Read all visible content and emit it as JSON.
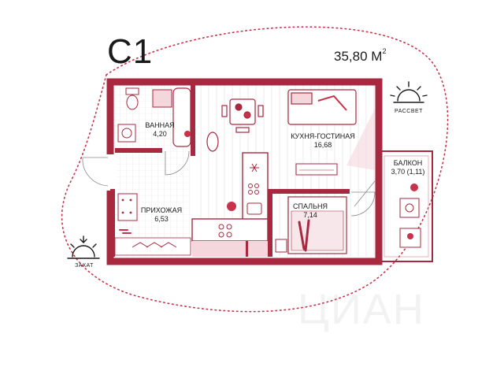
{
  "plan": {
    "title": "С1",
    "total_area": "35,80 М",
    "area_unit_power": "2"
  },
  "rooms": {
    "bathroom": {
      "name": "ВАННАЯ",
      "area": "4,20"
    },
    "kitchen_living": {
      "name": "КУХНЯ-ГОСТИНАЯ",
      "area": "16,68"
    },
    "balcony": {
      "name": "БАЛКОН",
      "area": "3,70 (1,11)"
    },
    "hallway": {
      "name": "ПРИХОЖАЯ",
      "area": "6,53"
    },
    "bedroom": {
      "name": "СПАЛЬНЯ",
      "area": "7,14"
    }
  },
  "orientation": {
    "sunrise": "РАССВЕТ",
    "sunset": "ЗАКАТ"
  },
  "colors": {
    "wall": "#a8283f",
    "accent": "#c8324a",
    "light_fill": "#f4d6dc",
    "floor_line": "#d9d9d9",
    "text": "#1a1a1a"
  },
  "watermark": "ЦИАН"
}
